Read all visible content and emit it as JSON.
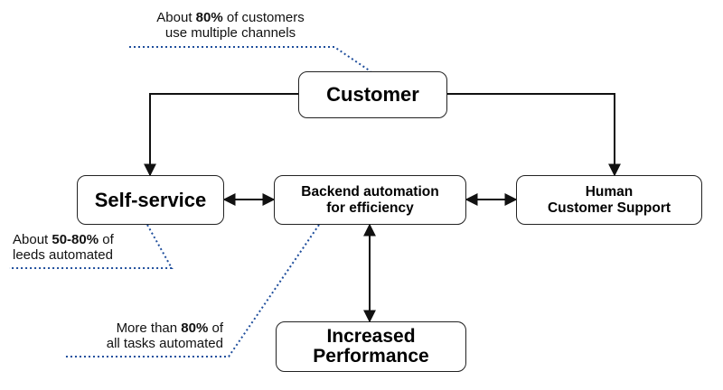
{
  "nodes": {
    "customer": "Customer",
    "self_service": "Self-service",
    "backend_line1": "Backend automation",
    "backend_line2": "for efficiency",
    "human_line1": "Human",
    "human_line2": "Customer Support",
    "performance_line1": "Increased",
    "performance_line2": "Performance"
  },
  "annotations": {
    "customers": {
      "pre": "About ",
      "value": "80%",
      "post": " of customers",
      "line2": "use multiple channels"
    },
    "leeds": {
      "pre": "About ",
      "value": "50-80%",
      "post": " of",
      "line2": "leeds automated"
    },
    "tasks": {
      "pre": "More than ",
      "value": "80%",
      "post": " of",
      "line2": "all tasks automated"
    }
  },
  "colors": {
    "connector": "#111111",
    "callout": "#1f4e9c"
  }
}
